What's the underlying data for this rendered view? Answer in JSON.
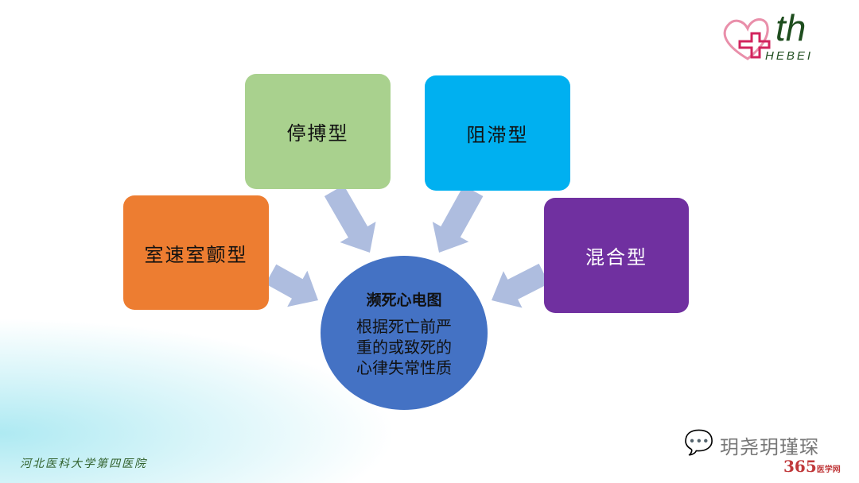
{
  "logo": {
    "brand": "th",
    "subtitle": "HEBEI"
  },
  "diagram": {
    "boxes": [
      {
        "label": "室速室颤型",
        "color": "#ED7D31"
      },
      {
        "label": "停搏型",
        "color": "#A9D18E"
      },
      {
        "label": "阻滞型",
        "color": "#00B0F0"
      },
      {
        "label": "混合型",
        "color": "#7030A0"
      }
    ],
    "center": {
      "title": "濒死心电图",
      "lines": [
        "根据死亡前严",
        "重的或致死的",
        "心律失常性质"
      ],
      "color": "#4472C4"
    },
    "arrow_color": "#AEBDDF"
  },
  "footer": {
    "institution": "河北医科大学第四医院"
  },
  "watermark": {
    "icon": "wechat-icon",
    "account": "玥尧玥瑾琛",
    "site": "365",
    "site_suffix": "医学网"
  }
}
